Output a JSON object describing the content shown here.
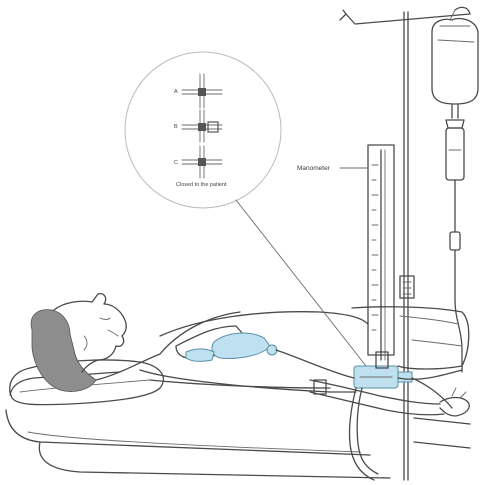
{
  "labels": {
    "manometer": "Manometer",
    "inset_a": "A",
    "inset_b": "B",
    "inset_c": "C",
    "inset_caption": "Closed to the patient"
  },
  "colors": {
    "line": "#4a4a4a",
    "fluid_blue": "#bfe0ef",
    "hair_gray": "#8d8d8d"
  }
}
